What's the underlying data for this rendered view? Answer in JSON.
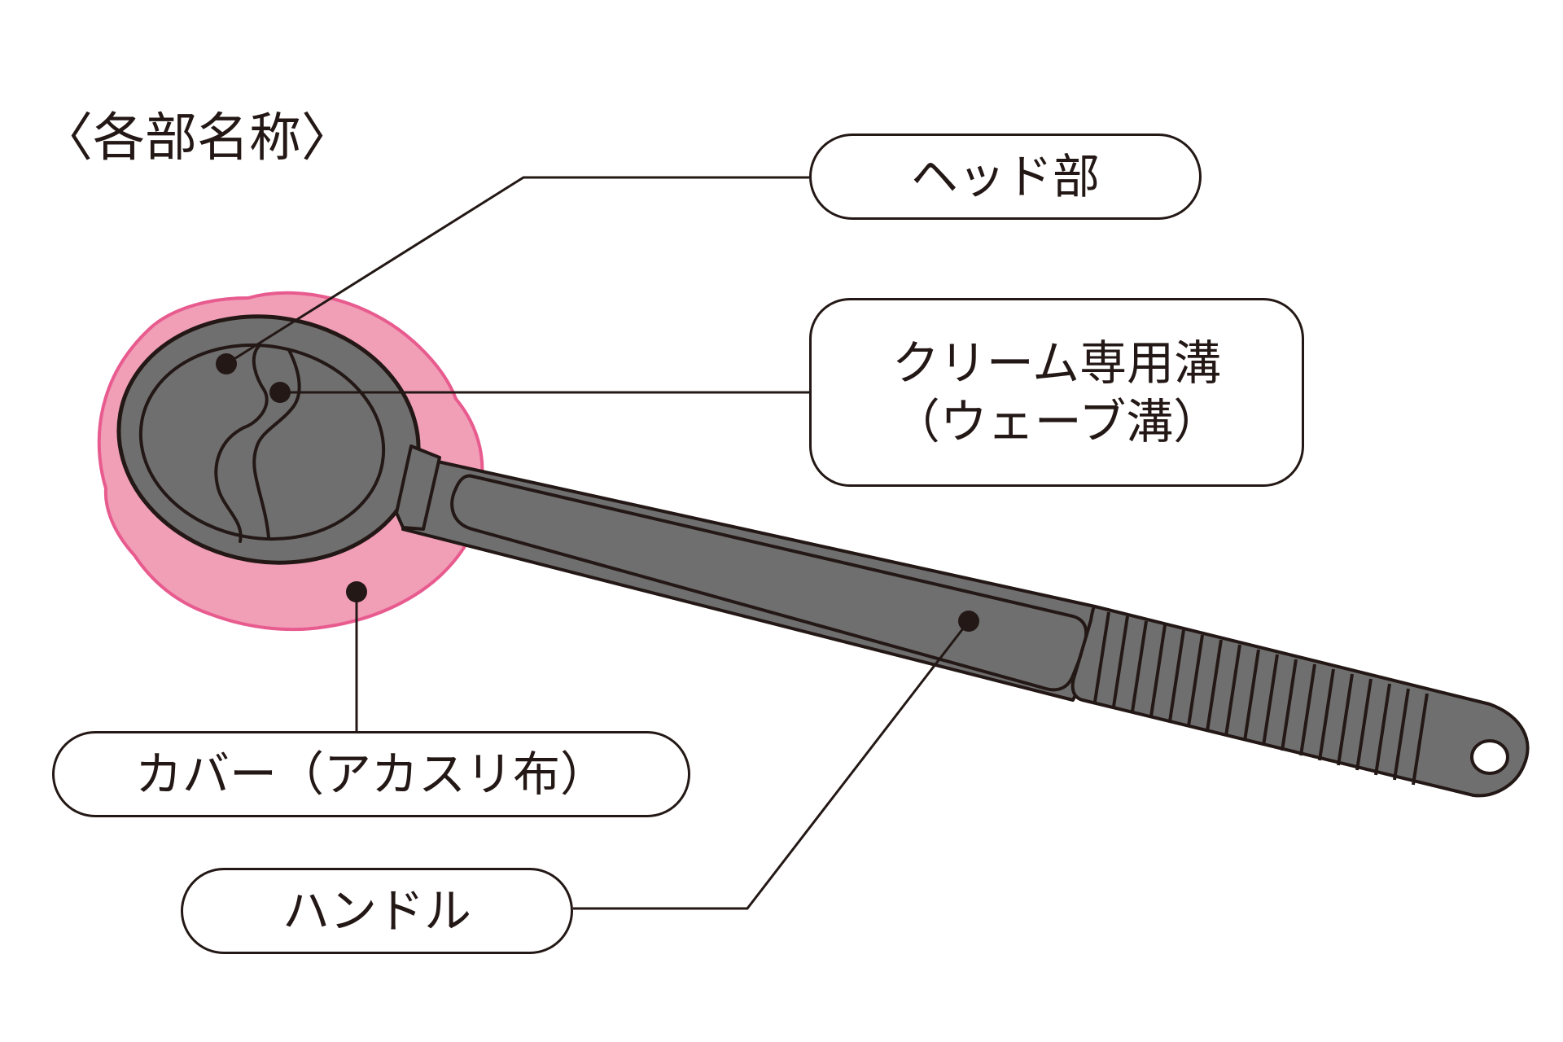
{
  "title": "〈各部名称〉",
  "labels": {
    "head": "ヘッド部",
    "groove_line1": "クリーム専用溝",
    "groove_line2": "（ウェーブ溝）",
    "cover": "カバー（アカスリ布）",
    "handle": "ハンドル"
  },
  "colors": {
    "outline": "#231815",
    "cover_fill": "#f19eb7",
    "cover_edge": "#e85b8e",
    "tool_fill": "#6f6f6f",
    "background": "#ffffff"
  }
}
